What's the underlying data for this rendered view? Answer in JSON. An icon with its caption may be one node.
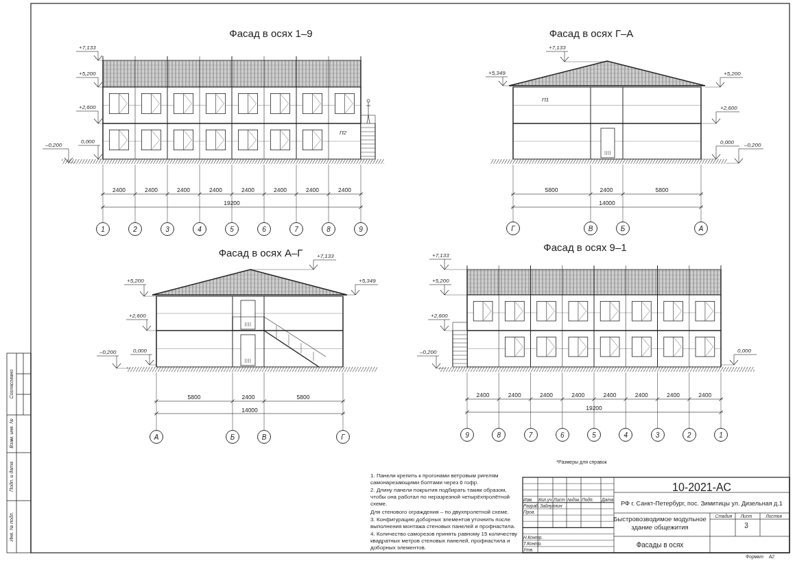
{
  "diagram": {
    "nodes": [
      {
        "text": [
          "1"
        ]
      },
      {
        "text": [
          "2"
        ]
      },
      {
        "text": [
          "3"
        ]
      },
      {
        "text": [
          "4"
        ]
      },
      {
        "text": [
          "5"
        ]
      },
      {
        "text": [
          "6"
        ]
      },
      {
        "text": [
          "7"
        ]
      },
      {
        "text": [
          "8"
        ]
      },
      {
        "text": [
          "9"
        ]
      },
      {
        "text": [
          "Г"
        ]
      },
      {
        "text": [
          "В"
        ]
      },
      {
        "text": [
          "Б"
        ]
      },
      {
        "text": [
          "А"
        ]
      },
      {
        "text": [
          "А"
        ]
      },
      {
        "text": [
          "Б"
        ]
      },
      {
        "text": [
          "В"
        ]
      },
      {
        "text": [
          "Г"
        ]
      },
      {
        "text": [
          "9"
        ]
      },
      {
        "text": [
          "8"
        ]
      },
      {
        "text": [
          "7"
        ]
      },
      {
        "text": [
          "6"
        ]
      },
      {
        "text": [
          "5"
        ]
      },
      {
        "text": [
          "4"
        ]
      },
      {
        "text": [
          "3"
        ]
      },
      {
        "text": [
          "2"
        ]
      },
      {
        "text": [
          "1"
        ]
      }
    ],
    "labels": [
      "Фасад в осях 1–9",
      "+7,133",
      "+5,200",
      "+2,600",
      "0,000",
      "–0,200",
      "П2",
      "2400",
      "2400",
      "2400",
      "2400",
      "2400",
      "2400",
      "2400",
      "2400",
      "19200",
      "Фасад в осях Г–А",
      "+7,133",
      "+5,349",
      "+5,200",
      "П1",
      "+2,600",
      "0,000",
      "–0,200",
      "5800",
      "2400",
      "5800",
      "14000",
      "Фасад в осях А–Г",
      "+7,133",
      "+5,200",
      "+5,349",
      "+2,600",
      "–0,200",
      "0,000",
      "5800",
      "2400",
      "5800",
      "14000",
      "Фасад в осях 9–1",
      "+7,133",
      "+5,200",
      "+2,600",
      "–0,200",
      "0,000",
      "2400",
      "2400",
      "2400",
      "2400",
      "2400",
      "2400",
      "2400",
      "2400",
      "19200",
      "*Размеры для справок",
      "1. Панели крепить к прогонами ветровым ригелям самонарезающими болтами через 6 гофр.",
      "2. Длину панели покрытия подбирать таким образом, чтобы она работал по неразрезной четырёхпролётной схеме.",
      "Для стенового ограждения – по двухпролетной схеме.",
      "3. Конфигурацию доборных элементов уточнить после выполнения монтажа стеновых панелей и профнастила.",
      "4. Количество саморезов принять равному 15 количеству квадратных метров стеновых панелей, профнастила и доборных элементов.",
      "Согласовано",
      "Взам. инв. №",
      "Подп. и дата",
      "Инв. № подл.",
      "Изм.",
      "Кол.уч",
      "Лист",
      "№док.",
      "Подп.",
      "Дата",
      "Разраб.",
      "Зайнуллин",
      "Пров.",
      "Н.Контр.",
      "Т.Контр.",
      "Утв.",
      "10-2021-АС",
      "РФ г. Санкт-Петербург, пос. Зимитицы ул. Дизельная д.1",
      "Быстровозводимое модульное здание общежития",
      "Стадия",
      "Лист",
      "Листов",
      "3",
      "Фасады в осях",
      "Формат",
      "А2"
    ]
  }
}
